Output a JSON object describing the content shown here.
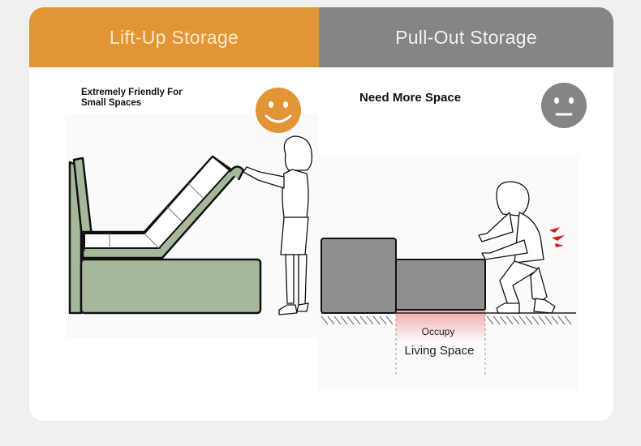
{
  "left_panel": {
    "title": "Lift-Up Storage",
    "caption_line1": "Extremely Friendly For",
    "caption_line2": "Small Spaces",
    "face_icon": "happy-face-icon"
  },
  "right_panel": {
    "title": "Pull-Out Storage",
    "caption": "Need More Space",
    "face_icon": "neutral-face-icon",
    "occupy_label": "Occupy",
    "living_space_label": "Living Space"
  },
  "colors": {
    "orange": "#e29535",
    "gray_header": "#858585",
    "sofa_green": "#a6b89a",
    "sofa_gray": "#8f8f8f",
    "highlight_pink": "#f4a3a3"
  }
}
